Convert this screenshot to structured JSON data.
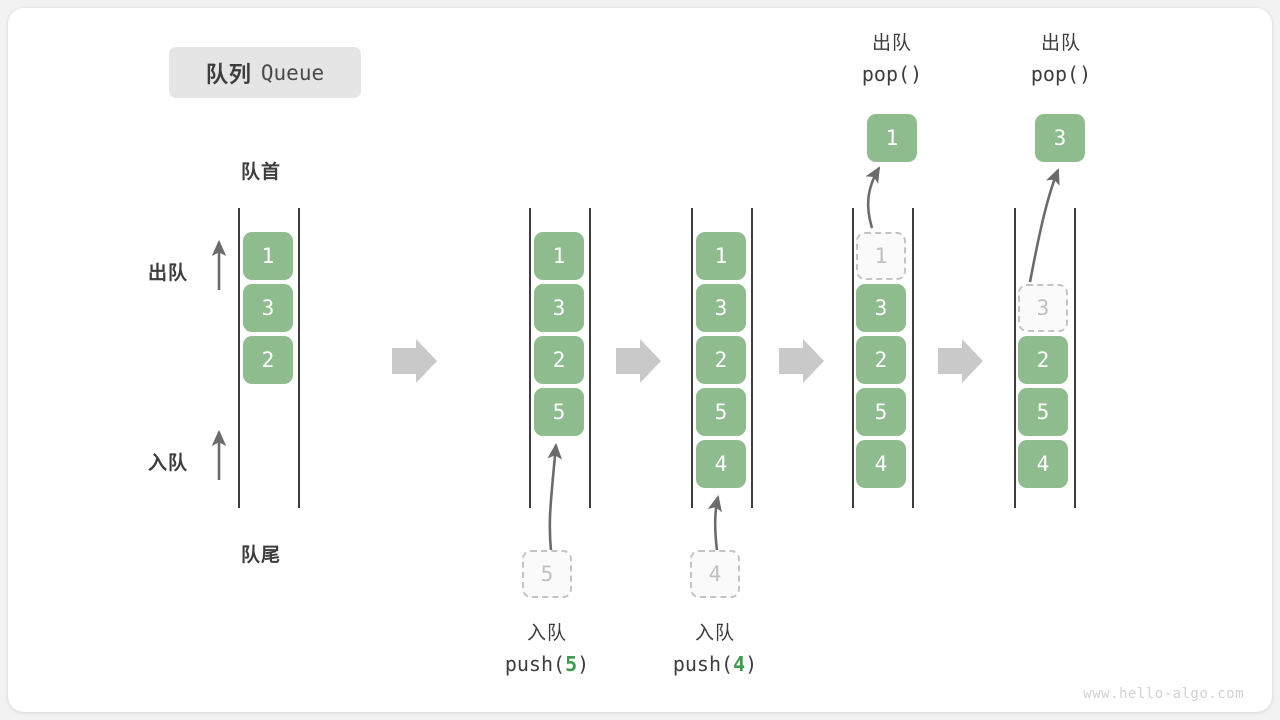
{
  "title": {
    "cn": "队列",
    "en": "Queue"
  },
  "labels": {
    "head": "队首",
    "tail": "队尾",
    "dequeue": "出队",
    "enqueue": "入队"
  },
  "colors": {
    "element": "#8fbc8f",
    "ghost_border": "#c4c4c4",
    "rail": "#3d3d3d",
    "flow_arrow": "#c9c9c9",
    "accent_number": "#3f9a4f",
    "badge_bg": "#e5e5e5",
    "text": "#3d3d3d"
  },
  "watermark": "www.hello-algo.com",
  "flow_arrow_icon": "right-arrow-icon",
  "steps": [
    {
      "id": "initial",
      "caption": null,
      "elements": [
        "1",
        "3",
        "2"
      ],
      "ghost": null
    },
    {
      "id": "push-5",
      "caption_cn": "入队",
      "caption_code_prefix": "push(",
      "caption_code_value": "5",
      "caption_code_suffix": ")",
      "incoming_value": "5",
      "elements": [
        "1",
        "3",
        "2",
        "5"
      ],
      "ghost": null
    },
    {
      "id": "push-4",
      "caption_cn": "入队",
      "caption_code_prefix": "push(",
      "caption_code_value": "4",
      "caption_code_suffix": ")",
      "incoming_value": "4",
      "elements": [
        "1",
        "3",
        "2",
        "5",
        "4"
      ],
      "ghost": null
    },
    {
      "id": "pop-1",
      "caption_cn": "出队",
      "caption_code_prefix": "pop(",
      "caption_code_value": "",
      "caption_code_suffix": ")",
      "popped_value": "1",
      "elements": [
        "3",
        "2",
        "5",
        "4"
      ],
      "ghost": "1"
    },
    {
      "id": "pop-3",
      "caption_cn": "出队",
      "caption_code_prefix": "pop(",
      "caption_code_value": "",
      "caption_code_suffix": ")",
      "popped_value": "3",
      "elements": [
        "2",
        "5",
        "4"
      ],
      "ghost": "3"
    }
  ]
}
